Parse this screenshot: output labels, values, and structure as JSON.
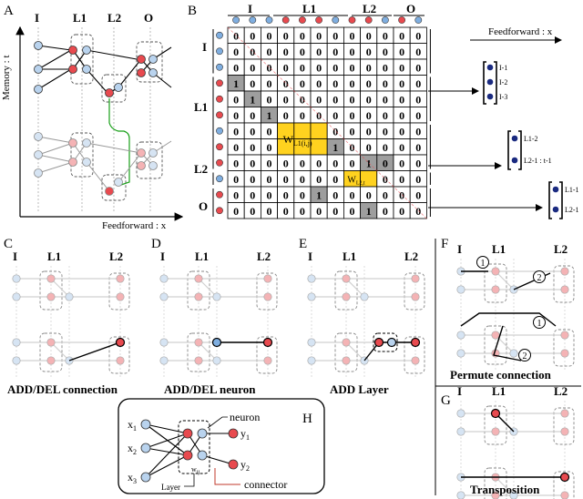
{
  "panels": {
    "a": "A",
    "b": "B",
    "c": "C",
    "d": "D",
    "e": "E",
    "f": "F",
    "g": "G",
    "h": "H"
  },
  "group_labels": {
    "input": "I",
    "layer1": "L1",
    "layer2": "L2",
    "output": "O"
  },
  "axes": {
    "memory": "Memory : t",
    "feedforward": "Feedforward : x",
    "feedforward_b": "Feedforward : x"
  },
  "matrix": {
    "rows": [
      "000000000000",
      "000000000000",
      "000000000000",
      "100000000000",
      "010000000000",
      "001000000000",
      "000000000000",
      "000000100000",
      "000000001000",
      "000000000000",
      "000001000000",
      "000000001000"
    ],
    "w_main": "W",
    "w_main_sub": "L1(i,j)",
    "w_small": "W",
    "w_small_sub": "L2,t",
    "col_colors": [
      "#7faee0",
      "#7faee0",
      "#7faee0",
      "#e84a4f",
      "#e84a4f",
      "#e84a4f",
      "#7faee0",
      "#e84a4f",
      "#e84a4f",
      "#7faee0",
      "#e84a4f",
      "#7faee0"
    ]
  },
  "vectors": {
    "v1": [
      "I-1",
      "I-2",
      "I-3"
    ],
    "v2": [
      "L1-2",
      "L2-1 : t-1"
    ],
    "v3": [
      "L1-1",
      "L2-1"
    ]
  },
  "captions": {
    "c": "ADD/DEL connection",
    "d": "ADD/DEL neuron",
    "e": "ADD Layer",
    "f": "Permute connection",
    "g": "Transposition"
  },
  "permute_marks": [
    "1",
    "2",
    "1",
    "2"
  ],
  "legend_h": {
    "neuron": "neuron",
    "connector": "connector",
    "layer": "Layer",
    "weight": "w",
    "weight_sub": "ij",
    "x_var": "x",
    "y_var": "y",
    "x_subs": [
      "1",
      "2",
      "3"
    ],
    "y_subs": [
      "1",
      "2"
    ]
  },
  "colors": {
    "blue": "#b9d3ee",
    "red": "#e84a4f",
    "pale_blue": "#d6e4f3",
    "pale_red": "#f4b3b5",
    "gray": "#bdbdbd",
    "green": "#19a019",
    "yellow": "#ffd21f"
  }
}
